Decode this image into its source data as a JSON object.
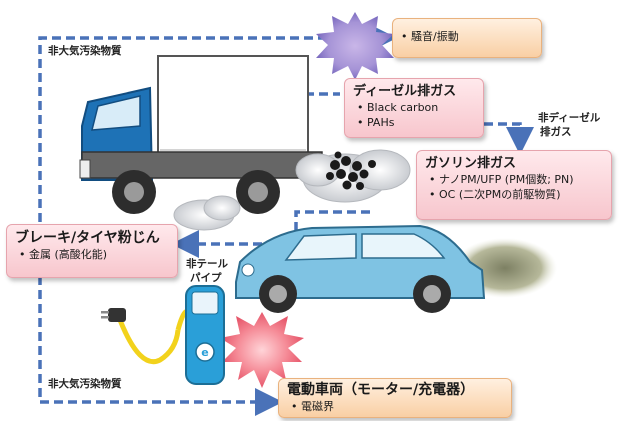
{
  "colors": {
    "arrow": "#4a72b8",
    "pink_box": "#f7c6cd",
    "peach_box": "#f9cfa4",
    "truck_cab": "#1e72b6",
    "car_body": "#7fc3e3",
    "charger_body": "#2a9fd8",
    "cable": "#f2d21c"
  },
  "icons": [
    "truck-icon",
    "car-icon",
    "charger-icon",
    "plug-icon",
    "noise-burst-icon",
    "spark-burst-icon",
    "exhaust-cloud-icon",
    "particles-icon"
  ],
  "noise_box": {
    "items": [
      "騒音/振動"
    ]
  },
  "diesel_box": {
    "title": "ディーゼル排ガス",
    "items": [
      "Black carbon",
      "PAHs"
    ]
  },
  "gasoline_box": {
    "title": "ガソリン排ガス",
    "items": [
      "ナノPM/UFP (PM個数; PN)",
      "OC (二次PMの前駆物質)"
    ]
  },
  "brake_box": {
    "title": "ブレーキ/タイヤ粉じん",
    "items": [
      "金属 (高酸化能)"
    ]
  },
  "ev_box": {
    "title": "電動車両（モーター/充電器）",
    "items": [
      "電磁界"
    ]
  },
  "labels": {
    "non_air_top": "非大気汚染物質",
    "non_diesel_line1": "非ディーゼル",
    "non_diesel_line2": "排ガス",
    "non_tailpipe_line1": "非テール",
    "non_tailpipe_line2": "パイプ",
    "non_air_bottom": "非大気汚染物質"
  }
}
